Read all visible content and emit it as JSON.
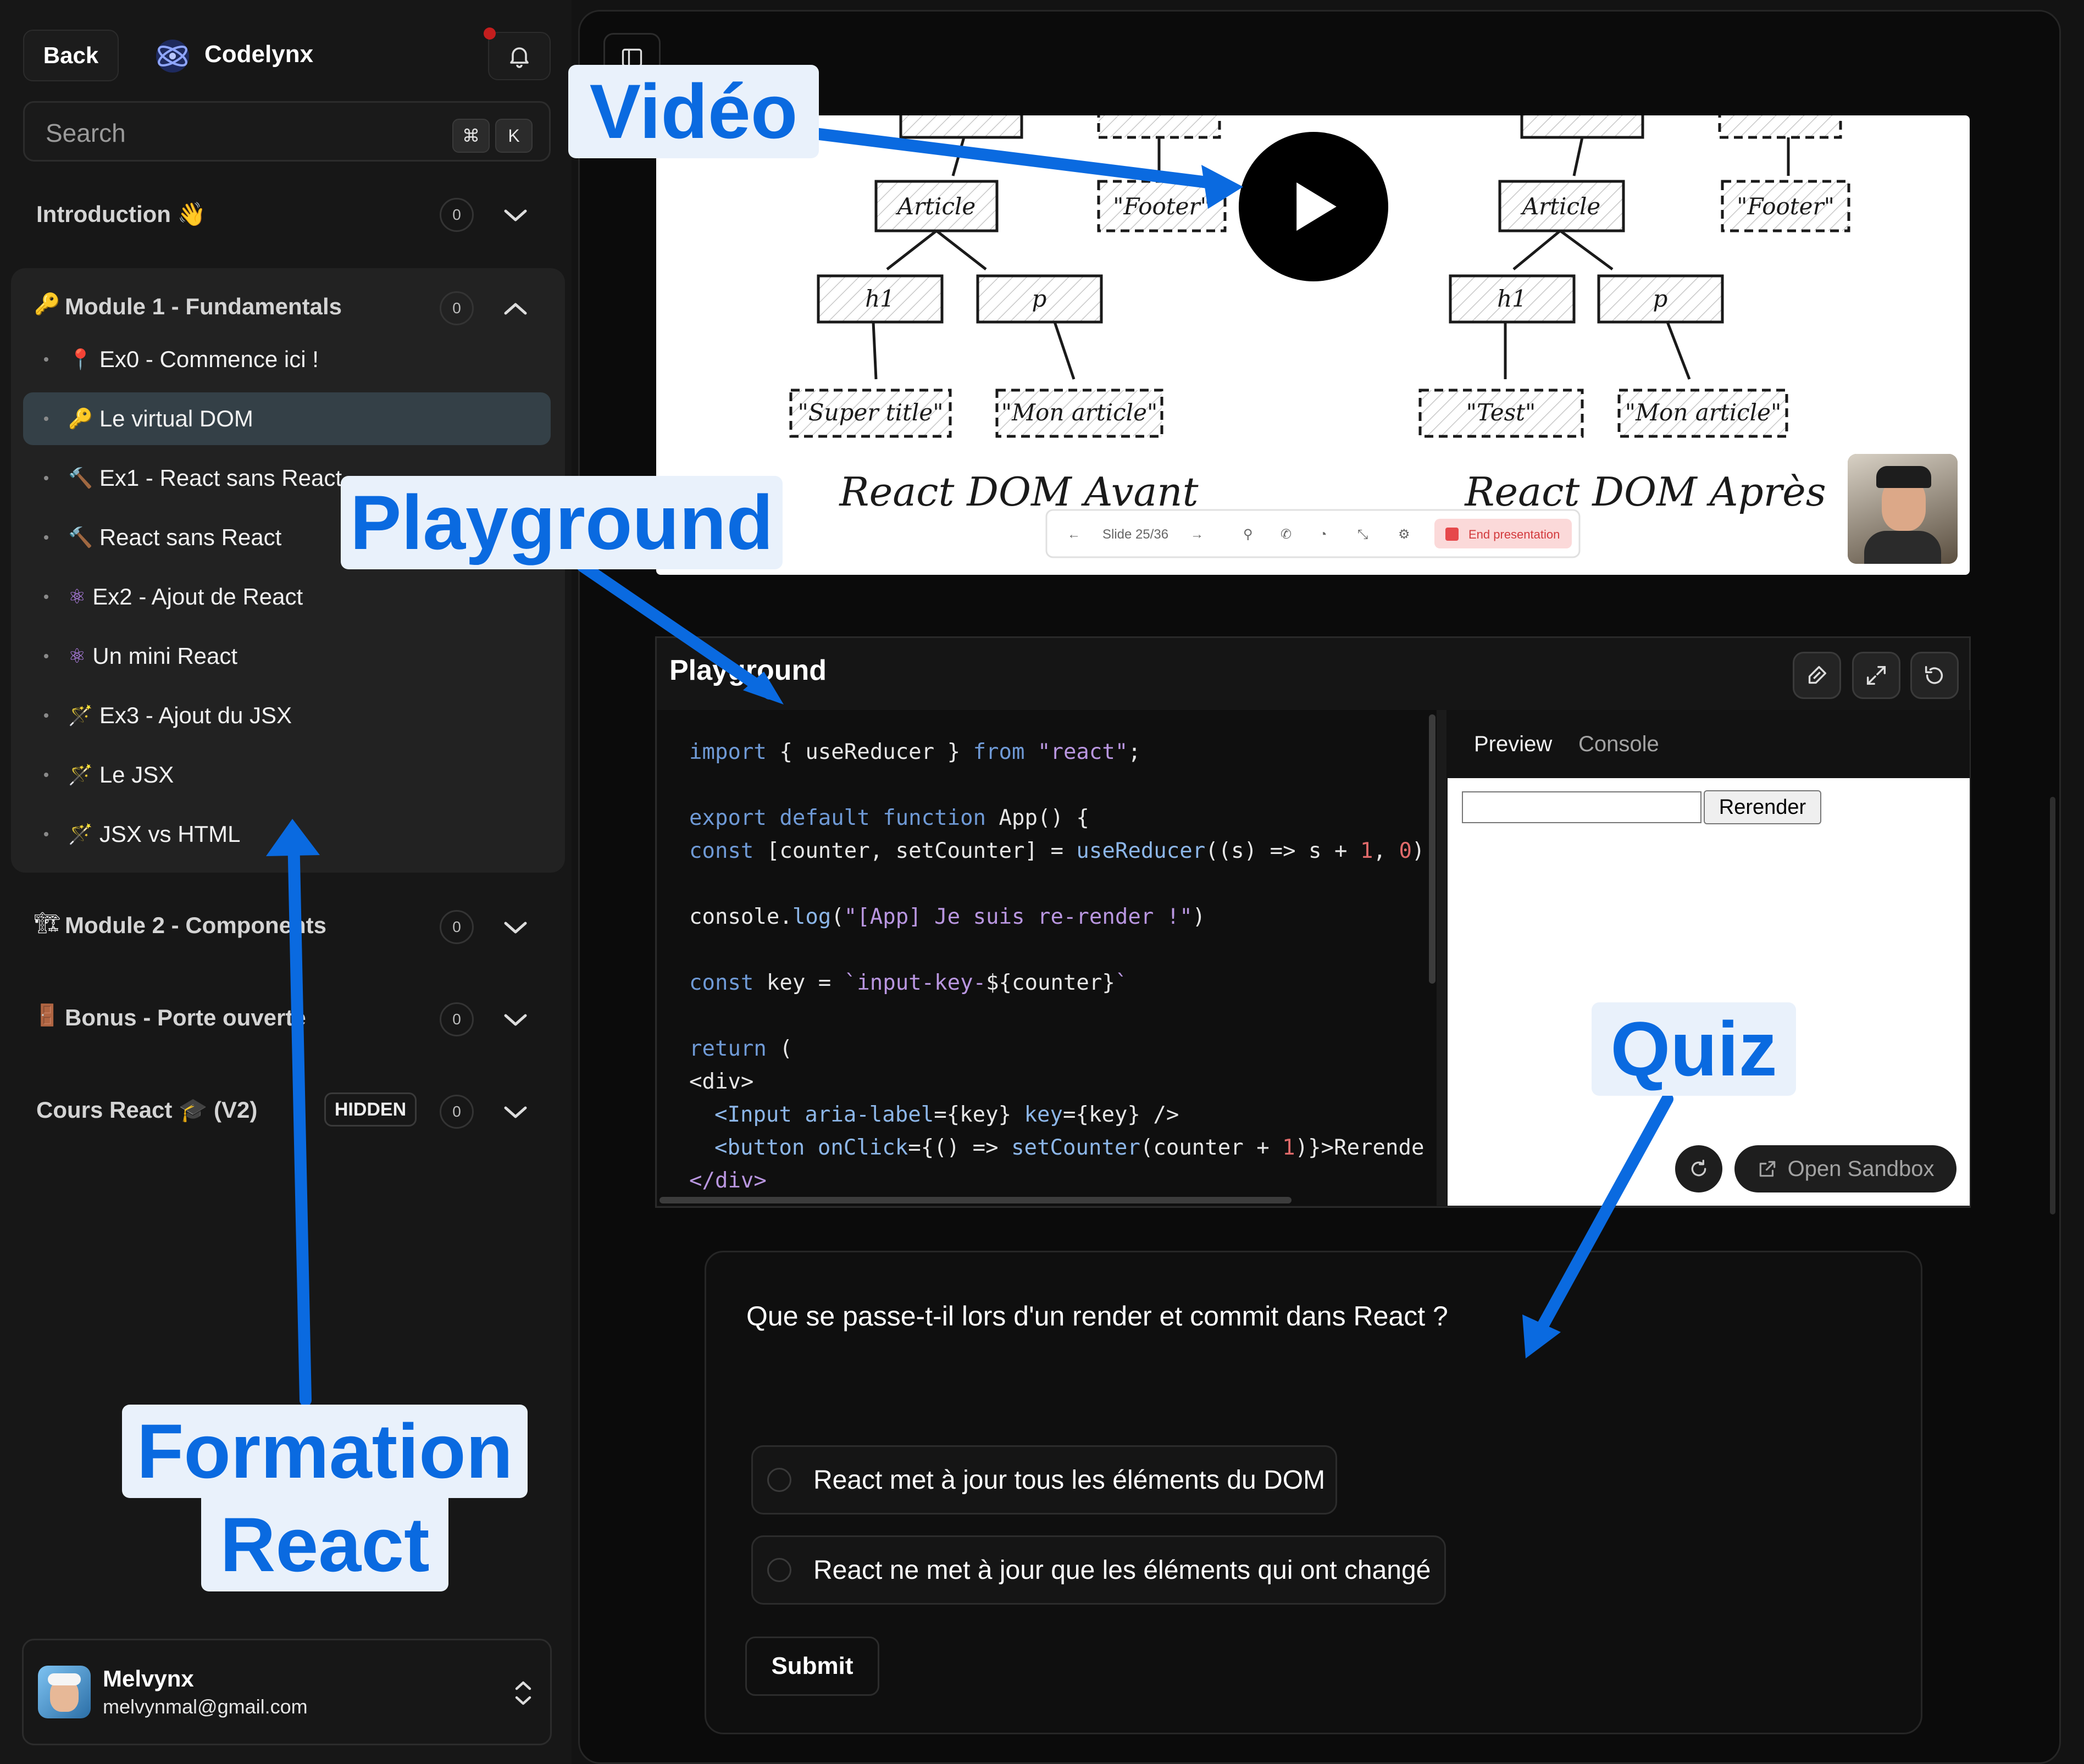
{
  "sidebar": {
    "back_label": "Back",
    "brand": "Codelynx",
    "search_placeholder": "Search",
    "shortcut": [
      "⌘",
      "K"
    ],
    "sections": [
      {
        "label": "Introduction 👋",
        "count": "0"
      },
      {
        "label": "Module 1 - Fundamentals",
        "icon": "🔑",
        "count": "0"
      },
      {
        "label": "Module 2 - Components",
        "icon": "🏗",
        "count": "0"
      },
      {
        "label": "Bonus - Porte ouverte",
        "icon": "🚪",
        "count": "0"
      },
      {
        "label": "Cours React 🎓 (V2)",
        "badge": "HIDDEN",
        "count": "0"
      }
    ],
    "lessons": [
      {
        "icon": "📍",
        "label": "Ex0 - Commence ici !"
      },
      {
        "icon": "🔑",
        "label": "Le virtual DOM",
        "active": true
      },
      {
        "icon": "🔨",
        "label": "Ex1 - React sans React"
      },
      {
        "icon": "🔨",
        "label": "React sans React"
      },
      {
        "icon": "⚛",
        "label": "Ex2 - Ajout de React"
      },
      {
        "icon": "⚛",
        "label": "Un mini React"
      },
      {
        "icon": "🪄",
        "label": "Ex3 - Ajout du JSX"
      },
      {
        "icon": "🪄",
        "label": "Le JSX"
      },
      {
        "icon": "🪄",
        "label": "JSX vs HTML"
      }
    ],
    "user": {
      "name": "Melvynx",
      "email": "melvynmal@gmail.com"
    }
  },
  "video": {
    "left_title": "React DOM Avant",
    "right_title": "React DOM Après",
    "left_nodes": {
      "article": "Article",
      "footer": "\"Footer\"",
      "h1": "h1",
      "p": "p",
      "text1": "\"Super title\"",
      "text2": "\"Mon article\""
    },
    "right_nodes": {
      "article": "Article",
      "footer": "\"Footer\"",
      "h1": "h1",
      "p": "p",
      "text1": "\"Test\"",
      "text2": "\"Mon article\""
    },
    "slide_label": "Slide 25/36",
    "end_presentation": "End presentation"
  },
  "playground": {
    "title": "Playground",
    "tabs": [
      "Preview",
      "Console"
    ],
    "rerender_label": "Rerender",
    "open_sandbox_label": "Open Sandbox",
    "code": {
      "l1": [
        "import",
        " { useReducer } ",
        "from",
        " ",
        "\"react\"",
        ";"
      ],
      "l2": [
        "export default function",
        " App() {"
      ],
      "l3": [
        "const",
        " [counter, setCounter] = ",
        "useReducer",
        "((s) => s + ",
        "1",
        ", ",
        "0",
        ")"
      ],
      "l4": [
        "console.",
        "log",
        "(",
        "\"[App] Je suis re-render !\"",
        ")"
      ],
      "l5": [
        "const",
        " key = ",
        "`input-key-",
        "${counter}",
        "`"
      ],
      "l6": [
        "return",
        " ("
      ],
      "l7": [
        "<div>"
      ],
      "l8": [
        "<Input",
        " ",
        "aria-label",
        "={key} ",
        "key",
        "={key} />"
      ],
      "l9": [
        "<button",
        " ",
        "onClick",
        "={() => ",
        "setCounter",
        "(counter + ",
        "1",
        ")}>Rerende"
      ],
      "l10": [
        "</div>"
      ]
    }
  },
  "quiz": {
    "question": "Que se passe-t-il lors d'un render et commit dans React ?",
    "options": [
      "React met à jour tous les éléments du DOM",
      "React ne met à jour que les éléments qui ont changé"
    ],
    "submit_label": "Submit"
  },
  "annotations": {
    "video": "Vidéo",
    "playground": "Playground",
    "quiz": "Quiz",
    "formation_line1": "Formation",
    "formation_line2": "React"
  },
  "colors": {
    "annotation_blue": "#0a6ae0",
    "annotation_bg": "#e9f1fb",
    "active_lesson": "#344047",
    "end_presentation": "#e6484b"
  }
}
